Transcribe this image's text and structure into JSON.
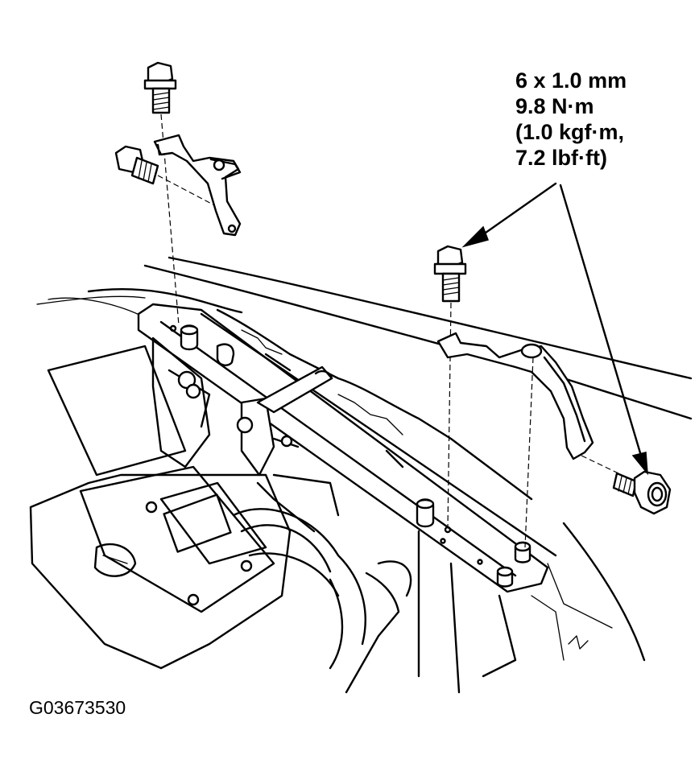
{
  "spec": {
    "size": "6 x 1.0 mm",
    "torque_nm": "9.8 N·m",
    "torque_kgf": "(1.0 kgf·m,",
    "torque_lbf": "7.2 lbf·ft)"
  },
  "figure_id": "G03673530"
}
